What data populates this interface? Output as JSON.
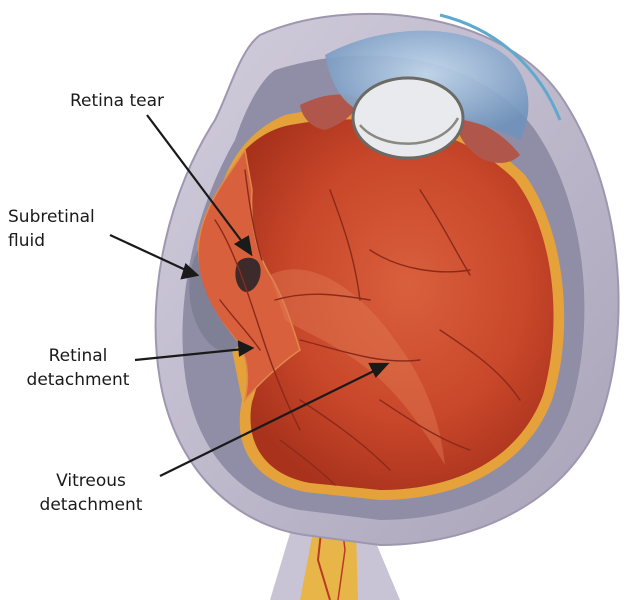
{
  "labels": {
    "retina_tear": "Retina tear",
    "subretinal_fluid": [
      "Subretinal",
      "fluid"
    ],
    "retinal_detachment": [
      "Retinal",
      "detachment"
    ],
    "vitreous_detachment": [
      "Vitreous",
      "detachment"
    ]
  },
  "colors": {
    "sclera": "#b9b3c6",
    "choroid_inner": "#8f8ea6",
    "vitreous": "#c9472a",
    "vitreous_dark": "#b93a22",
    "retina_edge": "#e6a23a",
    "vessel": "#8b2a1a",
    "cornea": "#8fb4d8",
    "lens": "#e9eaee",
    "optic_nerve": "#e8b548",
    "label_text": "#1a1a1a"
  }
}
